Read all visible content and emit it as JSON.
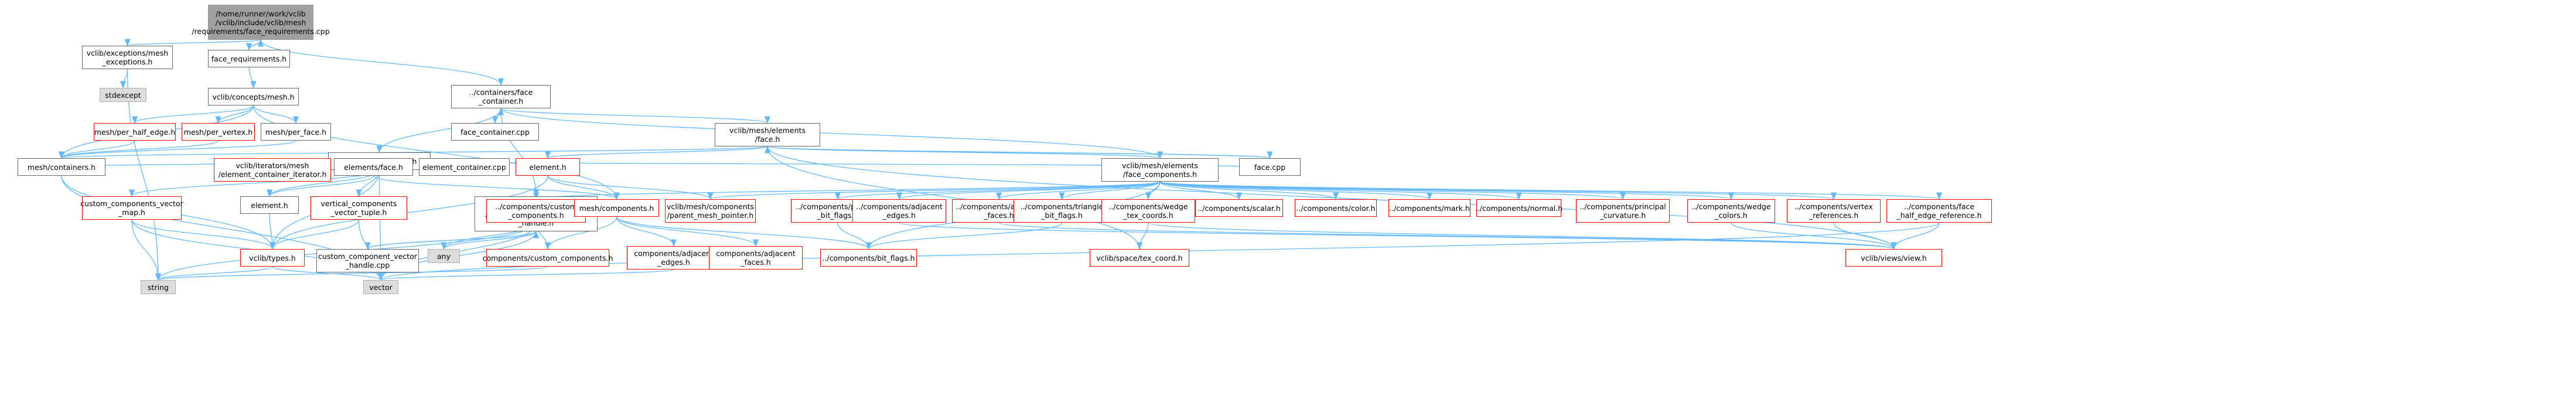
{
  "graph": {
    "edge_color": "#63b8ff",
    "border_red": "#ff0000",
    "root_fill": "#a0a0a0",
    "system_fill": "#dcdcdc",
    "nodes": [
      {
        "id": "root",
        "label": "/home/runner/work/vclib\n/vclib/include/vclib/mesh\n/requirements/face_requirements.cpp",
        "style": "root"
      },
      {
        "id": "mesh_exc",
        "label": "vclib/exceptions/mesh\n_exceptions.h",
        "style": "plain"
      },
      {
        "id": "face_req",
        "label": "face_requirements.h",
        "style": "plain"
      },
      {
        "id": "stdexcept",
        "label": "stdexcept",
        "style": "gray"
      },
      {
        "id": "concepts_mesh",
        "label": "vclib/concepts/mesh.h",
        "style": "plain"
      },
      {
        "id": "containers_face",
        "label": "../containers/face\n_container.h",
        "style": "plain"
      },
      {
        "id": "per_half_edge",
        "label": "mesh/per_half_edge.h",
        "style": "red"
      },
      {
        "id": "per_vertex",
        "label": "mesh/per_vertex.h",
        "style": "red"
      },
      {
        "id": "per_face",
        "label": "mesh/per_face.h",
        "style": "plain"
      },
      {
        "id": "face_container_cpp",
        "label": "face_container.cpp",
        "style": "plain"
      },
      {
        "id": "element_container",
        "label": "element_container.h",
        "style": "plain"
      },
      {
        "id": "elements_face",
        "label": "vclib/mesh/elements\n/face.h",
        "style": "plain"
      },
      {
        "id": "mesh_containers",
        "label": "mesh/containers.h",
        "style": "plain"
      },
      {
        "id": "iter_elem",
        "label": "vclib/iterators/mesh\n/element_container_iterator.h",
        "style": "red"
      },
      {
        "id": "elements_face_h",
        "label": "elements/face.h",
        "style": "plain"
      },
      {
        "id": "element_container_cpp",
        "label": "element_container.cpp",
        "style": "plain"
      },
      {
        "id": "element_h_red",
        "label": "element.h",
        "style": "red"
      },
      {
        "id": "face_cpp",
        "label": "face.cpp",
        "style": "plain"
      },
      {
        "id": "face_components",
        "label": "vclib/mesh/elements\n/face_components.h",
        "style": "plain"
      },
      {
        "id": "cc_vector_map",
        "label": "custom_components_vector\n_map.h",
        "style": "red"
      },
      {
        "id": "element_h",
        "label": "element.h",
        "style": "plain"
      },
      {
        "id": "vertical_cvt",
        "label": "vertical_components\n_vector_tuple.h",
        "style": "red"
      },
      {
        "id": "ccvh",
        "label": "vclib/mesh/containers\n/custom_component_vector\n_handle.h",
        "style": "plain"
      },
      {
        "id": "comp_custom",
        "label": "../components/custom\n_components.h",
        "style": "red"
      },
      {
        "id": "mesh_components",
        "label": "mesh/components.h",
        "style": "red"
      },
      {
        "id": "parent_mesh_ptr",
        "label": "vclib/mesh/components\n/parent_mesh_pointer.h",
        "style": "red"
      },
      {
        "id": "polygon_bit",
        "label": "../components/polygon\n_bit_flags.h",
        "style": "red"
      },
      {
        "id": "adj_edges",
        "label": "../components/adjacent\n_edges.h",
        "style": "red"
      },
      {
        "id": "adj_faces",
        "label": "../components/adjacent\n_faces.h",
        "style": "red"
      },
      {
        "id": "triangle_bit",
        "label": "../components/triangle\n_bit_flags.h",
        "style": "red"
      },
      {
        "id": "wedge_tex",
        "label": "../components/wedge\n_tex_coords.h",
        "style": "red"
      },
      {
        "id": "scalar",
        "label": "../components/scalar.h",
        "style": "red"
      },
      {
        "id": "color",
        "label": "../components/color.h",
        "style": "red"
      },
      {
        "id": "mark",
        "label": "../components/mark.h",
        "style": "red"
      },
      {
        "id": "normal",
        "label": "../components/normal.h",
        "style": "red"
      },
      {
        "id": "principal_curv",
        "label": "../components/principal\n_curvature.h",
        "style": "red"
      },
      {
        "id": "wedge_colors",
        "label": "../components/wedge\n_colors.h",
        "style": "red"
      },
      {
        "id": "vertex_refs",
        "label": "../components/vertex\n_references.h",
        "style": "red"
      },
      {
        "id": "face_he_ref",
        "label": "../components/face\n_half_edge_reference.h",
        "style": "red"
      },
      {
        "id": "types",
        "label": "vclib/types.h",
        "style": "red"
      },
      {
        "id": "any",
        "label": "any",
        "style": "gray"
      },
      {
        "id": "ccvh_cpp",
        "label": "custom_component_vector\n_handle.cpp",
        "style": "plain"
      },
      {
        "id": "comp_custom2",
        "label": "components/custom_components.h",
        "style": "red"
      },
      {
        "id": "comp_adj_edges",
        "label": "components/adjacent\n_edges.h",
        "style": "red"
      },
      {
        "id": "comp_adj_faces",
        "label": "components/adjacent\n_faces.h",
        "style": "red"
      },
      {
        "id": "bit_flags",
        "label": "../components/bit_flags.h",
        "style": "red"
      },
      {
        "id": "tex_coord",
        "label": "vclib/space/tex_coord.h",
        "style": "red"
      },
      {
        "id": "views_view",
        "label": "vclib/views/view.h",
        "style": "red"
      },
      {
        "id": "string",
        "label": "string",
        "style": "gray"
      },
      {
        "id": "vector",
        "label": "vector",
        "style": "gray"
      }
    ],
    "edges": [
      [
        "root",
        "mesh_exc"
      ],
      [
        "root",
        "face_req"
      ],
      [
        "root",
        "containers_face"
      ],
      [
        "face_req",
        "root"
      ],
      [
        "mesh_exc",
        "stdexcept"
      ],
      [
        "mesh_exc",
        "string"
      ],
      [
        "face_req",
        "concepts_mesh"
      ],
      [
        "concepts_mesh",
        "per_half_edge"
      ],
      [
        "concepts_mesh",
        "per_vertex"
      ],
      [
        "concepts_mesh",
        "per_face"
      ],
      [
        "concepts_mesh",
        "mesh_containers"
      ],
      [
        "concepts_mesh",
        "mesh_components"
      ],
      [
        "per_half_edge",
        "mesh_containers"
      ],
      [
        "per_vertex",
        "mesh_containers"
      ],
      [
        "per_face",
        "mesh_containers"
      ],
      [
        "containers_face",
        "face_container_cpp"
      ],
      [
        "face_container_cpp",
        "containers_face"
      ],
      [
        "containers_face",
        "element_container"
      ],
      [
        "containers_face",
        "elements_face"
      ],
      [
        "containers_face",
        "ccvh"
      ],
      [
        "containers_face",
        "face_components"
      ],
      [
        "element_container",
        "mesh_containers"
      ],
      [
        "element_container",
        "iter_elem"
      ],
      [
        "element_container",
        "elements_face_h"
      ],
      [
        "element_container",
        "element_container_cpp"
      ],
      [
        "element_container_cpp",
        "element_container"
      ],
      [
        "element_container",
        "cc_vector_map"
      ],
      [
        "element_container",
        "vertical_cvt"
      ],
      [
        "element_container",
        "element_h"
      ],
      [
        "element_container",
        "face_cpp"
      ],
      [
        "element_container",
        "vector"
      ],
      [
        "element_container",
        "types"
      ],
      [
        "elements_face",
        "element_h_red"
      ],
      [
        "elements_face",
        "face_cpp"
      ],
      [
        "face_cpp",
        "elements_face"
      ],
      [
        "elements_face",
        "face_components"
      ],
      [
        "elements_face",
        "views_view"
      ],
      [
        "elements_face",
        "mesh_containers"
      ],
      [
        "elements_face",
        "tex_coord"
      ],
      [
        "elements_face_h",
        "mesh_components"
      ],
      [
        "elements_face_h",
        "element_h"
      ],
      [
        "element_h_red",
        "mesh_components"
      ],
      [
        "element_h_red",
        "parent_mesh_ptr"
      ],
      [
        "element_h_red",
        "types"
      ],
      [
        "mesh_containers",
        "types"
      ],
      [
        "mesh_containers",
        "vector"
      ],
      [
        "cc_vector_map",
        "types"
      ],
      [
        "cc_vector_map",
        "string"
      ],
      [
        "cc_vector_map",
        "vector"
      ],
      [
        "vertical_cvt",
        "types"
      ],
      [
        "vertical_cvt",
        "vector"
      ],
      [
        "element_h",
        "types"
      ],
      [
        "ccvh",
        "ccvh_cpp"
      ],
      [
        "ccvh_cpp",
        "ccvh"
      ],
      [
        "ccvh",
        "any"
      ],
      [
        "ccvh",
        "vector"
      ],
      [
        "face_components",
        "comp_custom"
      ],
      [
        "face_components",
        "parent_mesh_ptr"
      ],
      [
        "face_components",
        "polygon_bit"
      ],
      [
        "face_components",
        "adj_edges"
      ],
      [
        "face_components",
        "adj_faces"
      ],
      [
        "face_components",
        "triangle_bit"
      ],
      [
        "face_components",
        "wedge_tex"
      ],
      [
        "face_components",
        "scalar"
      ],
      [
        "face_components",
        "color"
      ],
      [
        "face_components",
        "mark"
      ],
      [
        "face_components",
        "normal"
      ],
      [
        "face_components",
        "principal_curv"
      ],
      [
        "face_components",
        "wedge_colors"
      ],
      [
        "face_components",
        "vertex_refs"
      ],
      [
        "face_components",
        "face_he_ref"
      ],
      [
        "face_components",
        "bit_flags"
      ],
      [
        "comp_custom",
        "any"
      ],
      [
        "comp_custom",
        "string"
      ],
      [
        "comp_custom",
        "vector"
      ],
      [
        "comp_custom",
        "comp_custom2"
      ],
      [
        "mesh_components",
        "comp_custom2"
      ],
      [
        "mesh_components",
        "comp_adj_edges"
      ],
      [
        "mesh_components",
        "comp_adj_faces"
      ],
      [
        "mesh_components",
        "bit_flags"
      ],
      [
        "polygon_bit",
        "bit_flags"
      ],
      [
        "triangle_bit",
        "bit_flags"
      ],
      [
        "adj_edges",
        "views_view"
      ],
      [
        "adj_faces",
        "views_view"
      ],
      [
        "wedge_tex",
        "tex_coord"
      ],
      [
        "wedge_tex",
        "views_view"
      ],
      [
        "wedge_colors",
        "views_view"
      ],
      [
        "vertex_refs",
        "views_view"
      ],
      [
        "face_he_ref",
        "views_view"
      ],
      [
        "face_he_ref",
        "vector"
      ],
      [
        "comp_custom2",
        "string"
      ],
      [
        "comp_adj_edges",
        "vector"
      ],
      [
        "types",
        "string"
      ],
      [
        "types",
        "vector"
      ]
    ]
  }
}
